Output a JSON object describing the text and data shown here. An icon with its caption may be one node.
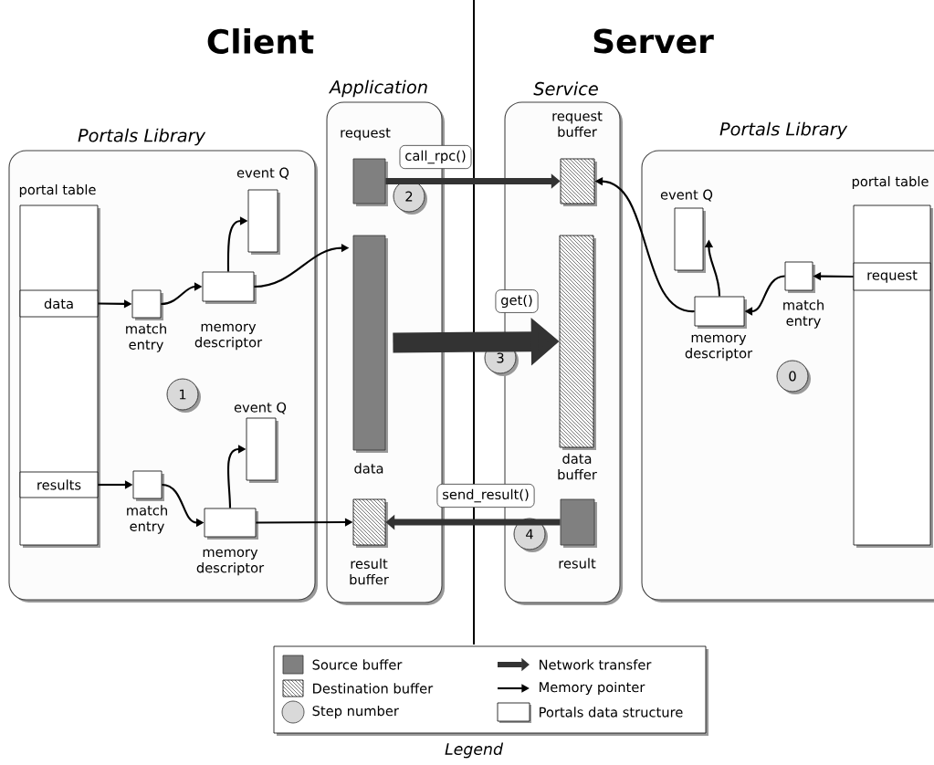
{
  "diagram": {
    "nodes": [
      {
        "text": [
          "Portals Library"
        ]
      },
      {
        "text": [
          "portal table"
        ],
        "in": 0
      },
      {
        "text": [
          "data"
        ],
        "in": 1
      },
      {
        "text": [
          "results"
        ],
        "in": 1
      },
      {
        "text": [
          "match entry"
        ],
        "in": 0
      },
      {
        "text": [
          "memory descriptor"
        ],
        "in": 0
      },
      {
        "text": [
          "event Q"
        ],
        "in": 0
      },
      {
        "text": [
          "match entry"
        ],
        "in": 0
      },
      {
        "text": [
          "memory descriptor"
        ],
        "in": 0
      },
      {
        "text": [
          "event Q"
        ],
        "in": 0
      },
      {
        "text": [
          "1"
        ],
        "in": 0
      },
      {
        "text": [
          "Application"
        ]
      },
      {
        "text": [
          "request"
        ],
        "in": 11
      },
      {
        "text": [
          "data"
        ],
        "in": 11
      },
      {
        "text": [
          "result buffer"
        ],
        "in": 11
      },
      {
        "text": [
          "Service"
        ]
      },
      {
        "text": [
          "request buffer"
        ],
        "in": 15
      },
      {
        "text": [
          "data buffer"
        ],
        "in": 15
      },
      {
        "text": [
          "result"
        ],
        "in": 15
      },
      {
        "text": [
          "Portals Library"
        ]
      },
      {
        "text": [
          "portal table"
        ],
        "in": 19
      },
      {
        "text": [
          "request"
        ],
        "in": 20
      },
      {
        "text": [
          "match entry"
        ],
        "in": 19
      },
      {
        "text": [
          "memory descriptor"
        ],
        "in": 19
      },
      {
        "text": [
          "event Q"
        ],
        "in": 19
      },
      {
        "text": [
          "0"
        ],
        "in": 19
      },
      {
        "text": [
          "2"
        ],
        "in": 11
      },
      {
        "text": [
          "3"
        ]
      },
      {
        "text": [
          "4"
        ],
        "in": 15
      }
    ],
    "edges": [
      {
        "from": 2,
        "to": 4,
        "arrow": "to"
      },
      {
        "from": 4,
        "to": 5,
        "arrow": "to"
      },
      {
        "from": 5,
        "to": 6,
        "arrow": "to"
      },
      {
        "from": 5,
        "to": 13,
        "arrow": "to"
      },
      {
        "from": 3,
        "to": 7,
        "arrow": "to"
      },
      {
        "from": 7,
        "to": 8,
        "arrow": "to"
      },
      {
        "from": 8,
        "to": 9,
        "arrow": "to"
      },
      {
        "from": 8,
        "to": 14,
        "arrow": "to"
      },
      {
        "from": 21,
        "to": 22,
        "arrow": "to"
      },
      {
        "from": 22,
        "to": 23,
        "arrow": "to"
      },
      {
        "from": 23,
        "to": 24,
        "arrow": "to"
      },
      {
        "from": 23,
        "to": 16,
        "arrow": "to"
      },
      {
        "from": 12,
        "to": 16,
        "arrow": "to",
        "label": "call_rpc()",
        "style": "thick",
        "color": "#333333"
      },
      {
        "from": 13,
        "to": 17,
        "arrow": "to",
        "label": "get()",
        "style": "thick",
        "color": "#333333"
      },
      {
        "from": 18,
        "to": 14,
        "arrow": "to",
        "label": "send_result()",
        "style": "thick",
        "color": "#333333"
      }
    ],
    "labels": [
      "Client",
      "Server",
      "Legend"
    ],
    "legend": [
      {
        "text": "Source buffer",
        "color": "#808080"
      },
      {
        "text": "Network transfer"
      },
      {
        "text": "Destination buffer"
      },
      {
        "text": "Memory pointer"
      },
      {
        "text": "Step number"
      },
      {
        "text": "Portals data structure"
      }
    ]
  }
}
